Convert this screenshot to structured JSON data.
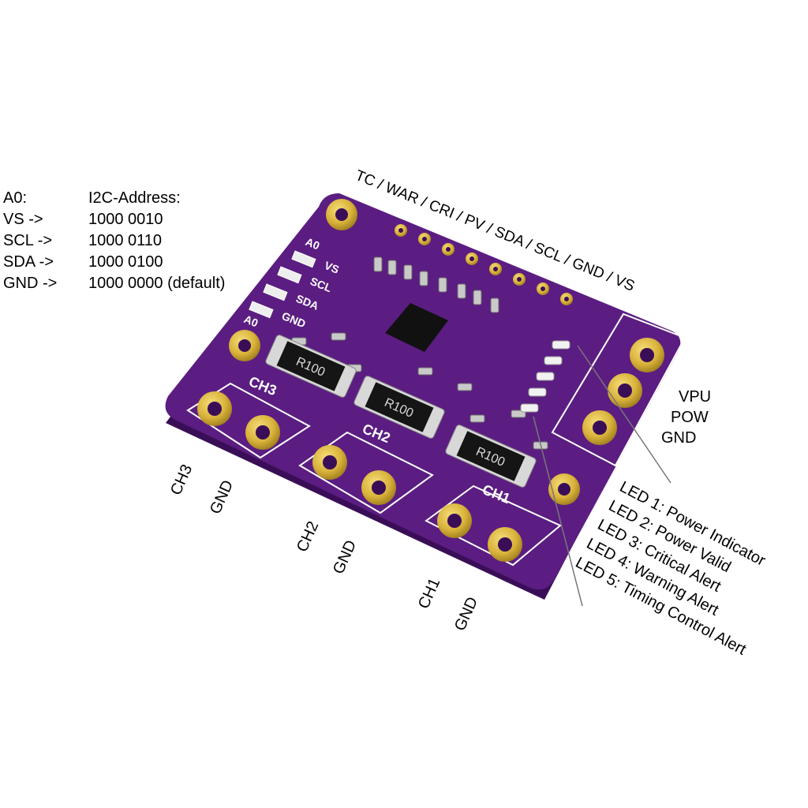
{
  "address_table": {
    "header": {
      "pin": "A0:",
      "address": "I2C-Address:"
    },
    "rows": [
      {
        "pin": "VS    ->",
        "address": "1000 0010"
      },
      {
        "pin": "SCL  ->",
        "address": "1000 0110"
      },
      {
        "pin": "SDA  ->",
        "address": "1000 0100"
      },
      {
        "pin": "GND ->",
        "address": "1000 0000 (default)"
      }
    ]
  },
  "header_pins_label": "TC / WAR / CRI / PV / SDA / SCL / GND / VS",
  "power_labels": [
    "VPU",
    "POW",
    "GND"
  ],
  "channel_labels": {
    "ch3": "CH3",
    "gnd3": "GND",
    "ch2": "CH2",
    "gnd2": "GND",
    "ch1": "CH1",
    "gnd1": "GND"
  },
  "led_legend": [
    "LED 1: Power Indicator",
    "LED 2: Power Valid",
    "LED 3: Critical Alert",
    "LED 4: Warning Alert",
    "LED 5: Timing Control Alert"
  ],
  "silkscreen": {
    "a0_top": "A0",
    "a0_bottom": "A0",
    "jumpers": [
      "VS",
      "SCL",
      "SDA",
      "GND"
    ],
    "ch3": "CH3",
    "ch2": "CH2",
    "ch1": "CH1",
    "shunt": "R100"
  },
  "colors": {
    "pcb": "#5b1d82",
    "pcb_edge": "#3e1060",
    "gold": "#d9b23a",
    "silk": "#ffffff"
  }
}
